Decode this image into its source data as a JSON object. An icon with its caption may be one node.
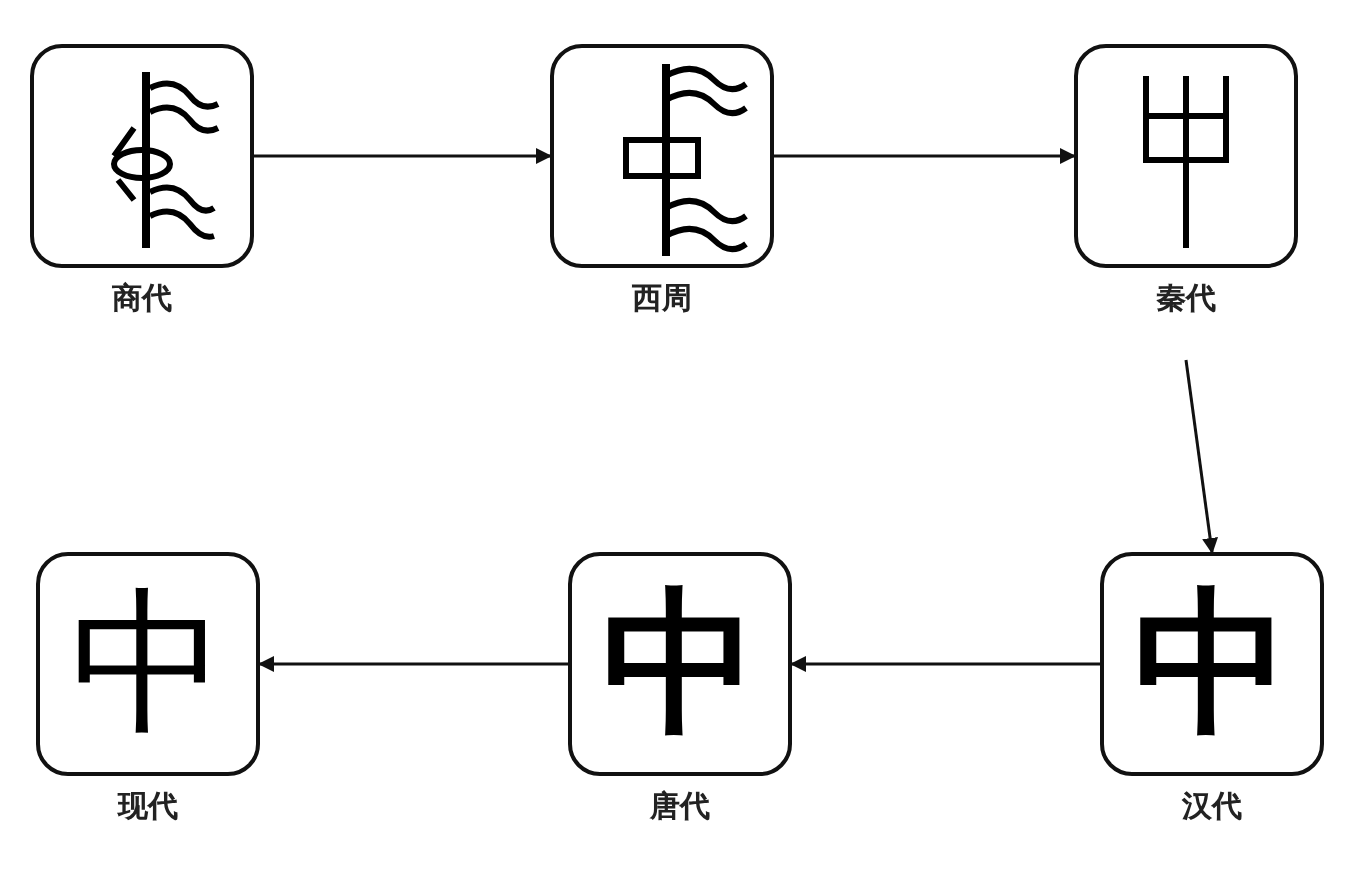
{
  "diagram": {
    "nodes": [
      {
        "text": [],
        "shape": "picture",
        "beside": [
          "商代"
        ]
      },
      {
        "text": [],
        "shape": "picture",
        "beside": [
          "西周"
        ]
      },
      {
        "text": [],
        "shape": "picture",
        "beside": [
          "秦代"
        ]
      },
      {
        "text": [
          "中"
        ],
        "beside": [
          "现代"
        ]
      },
      {
        "text": [
          "中"
        ],
        "beside": [
          "唐代"
        ]
      },
      {
        "text": [
          "中"
        ],
        "beside": [
          "汉代"
        ]
      }
    ],
    "edges": [
      {
        "from": 0,
        "to": 1,
        "arrow": "to"
      },
      {
        "from": 1,
        "to": 2,
        "arrow": "to"
      },
      {
        "from": 2,
        "to": 5,
        "arrow": "to"
      },
      {
        "from": 5,
        "to": 4,
        "arrow": "to"
      },
      {
        "from": 4,
        "to": 3,
        "arrow": "to"
      }
    ]
  }
}
